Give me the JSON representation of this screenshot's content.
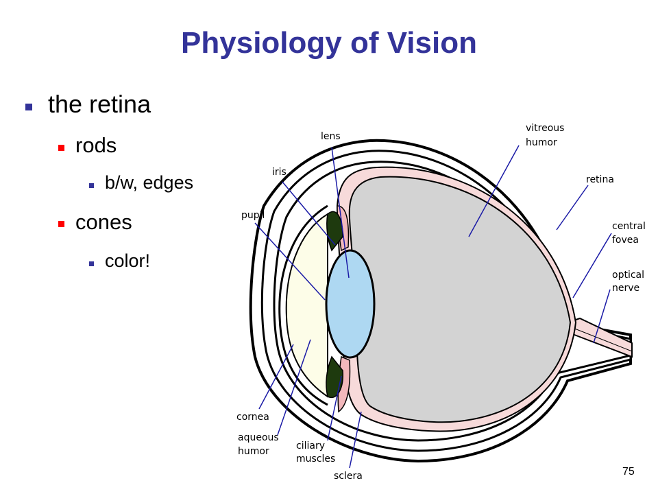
{
  "slide": {
    "title": "Physiology of Vision",
    "page_number": "75"
  },
  "bullets": {
    "level1": "the retina",
    "rods": "rods",
    "rods_detail": "b/w, edges",
    "cones": "cones",
    "cones_detail": "color!"
  },
  "diagram": {
    "labels": {
      "lens": "lens",
      "vitreous_line1": "vitreous",
      "vitreous_line2": "humor",
      "iris": "iris",
      "retina": "retina",
      "pupil": "pupil",
      "central_line1": "central",
      "central_line2": "fovea",
      "optical_line1": "optical",
      "optical_line2": "nerve",
      "cornea": "cornea",
      "aqueous_line1": "aqueous",
      "aqueous_line2": "humor",
      "ciliary_line1": "ciliary",
      "ciliary_line2": "muscles",
      "sclera": "sclera"
    },
    "colors": {
      "title": "#333399",
      "bullet_level1": "#333399",
      "bullet_level2": "#ff0000",
      "vitreous_fill": "#d3d3d3",
      "lens_fill": "#aed8f2",
      "iris_fill": "#1e3a0e",
      "ciliary_fill": "#f2b8bc",
      "aqueous_fill": "#fdfde8",
      "retina_layer": "#f7dada",
      "pointer_line": "#1a1aa6"
    }
  }
}
